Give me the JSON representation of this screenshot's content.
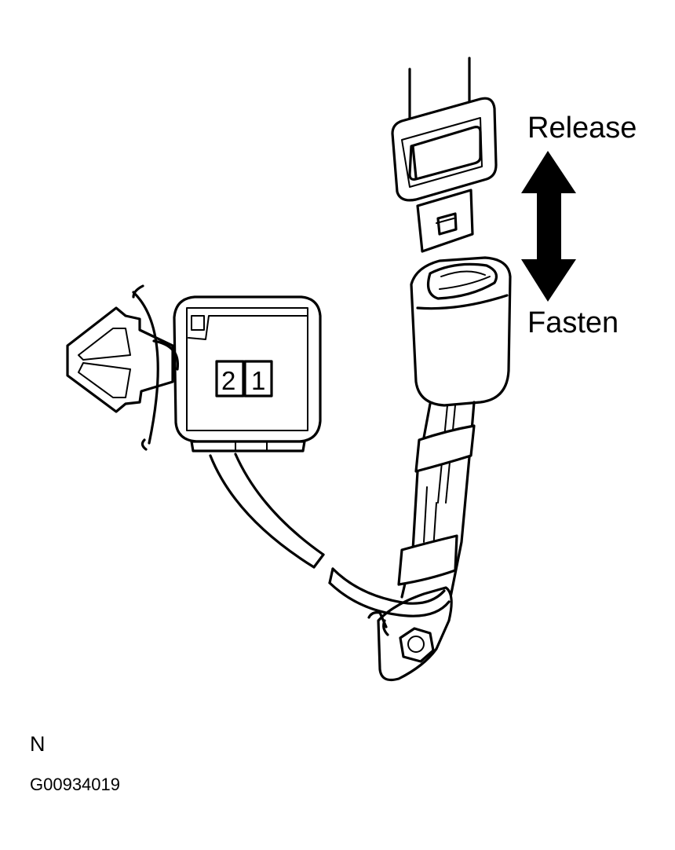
{
  "labels": {
    "release": "Release",
    "fasten": "Fasten",
    "view_letter": "N",
    "figure_code": "G00934019"
  },
  "connector": {
    "pin_left": "2",
    "pin_right": "1"
  },
  "colors": {
    "ink": "#000000",
    "paper": "#ffffff"
  }
}
